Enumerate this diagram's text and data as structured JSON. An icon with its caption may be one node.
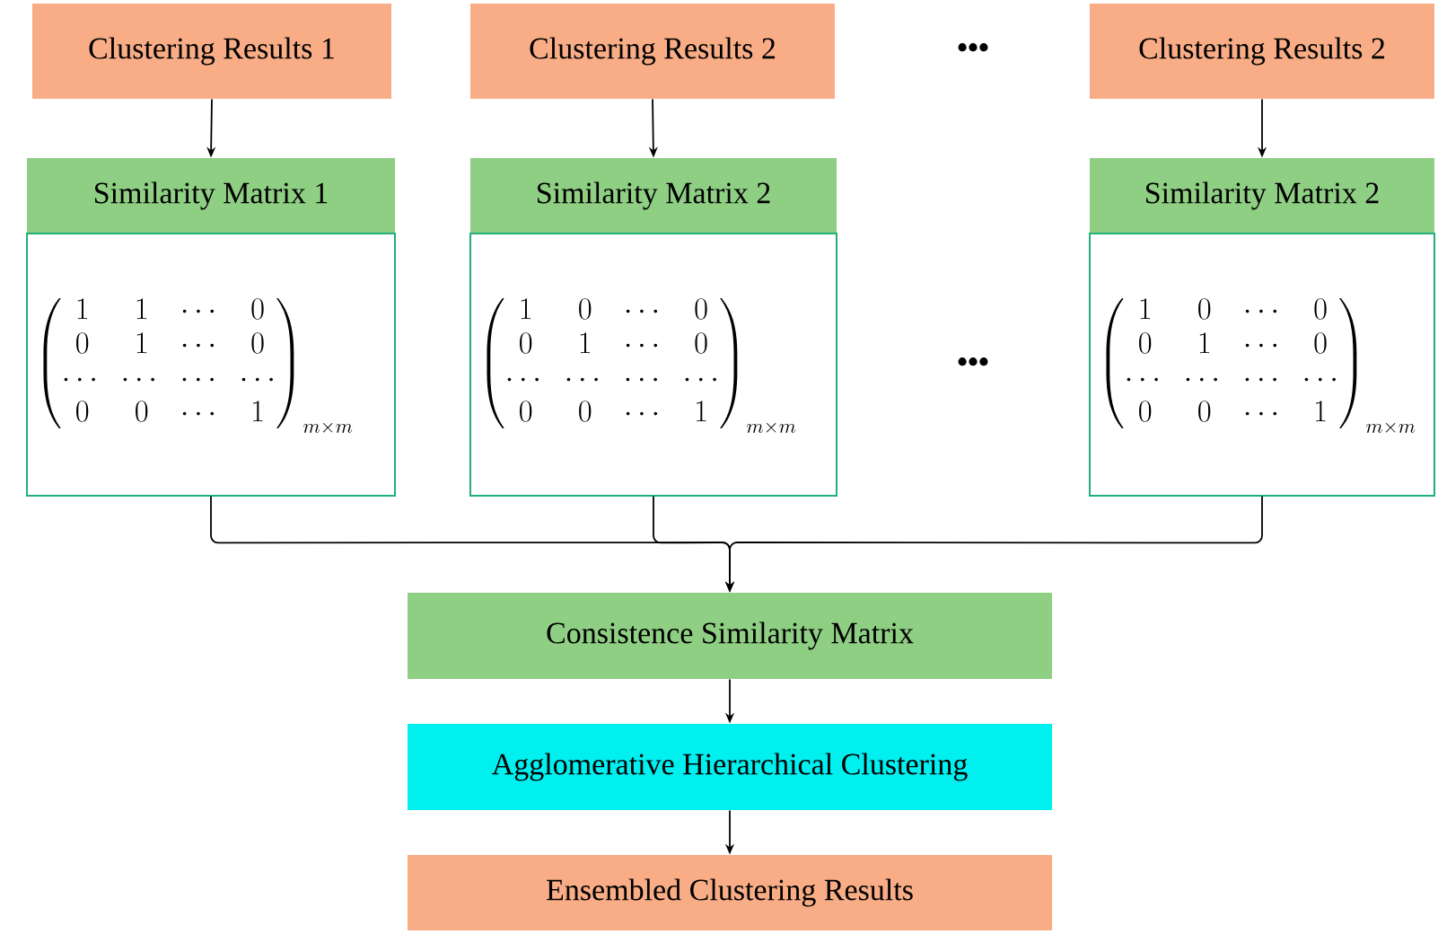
{
  "diagram": {
    "nodes": [
      {
        "text": [
          "Clustering Results 1"
        ]
      },
      {
        "text": [
          "Clustering Results 2"
        ]
      },
      {
        "text": [
          "Clustering Results 2"
        ]
      },
      {
        "text": [
          "Similarity Matrix 1"
        ]
      },
      {
        "text": [
          "\\begin{pmatrix}1 & 1 & \\cdots & 0\\\\ 0 & 1 & \\cdots & 0\\\\ \\cdots & \\cdots & \\cdots & \\cdots\\\\ 0 & 0 & \\cdots & 1\\end{pmatrix}_{m\\times m}"
        ]
      },
      {
        "text": [
          "Similarity Matrix 2"
        ]
      },
      {
        "text": [
          "\\begin{pmatrix}1 & 0 & \\cdots & 0\\\\ 0 & 1 & \\cdots & 0\\\\ \\cdots & \\cdots & \\cdots & \\cdots\\\\ 0 & 0 & \\cdots & 1\\end{pmatrix}_{m\\times m}"
        ]
      },
      {
        "text": [
          "Similarity Matrix 2"
        ]
      },
      {
        "text": [
          "\\begin{pmatrix}1 & 0 & \\cdots & 0\\\\ 0 & 1 & \\cdots & 0\\\\ \\cdots & \\cdots & \\cdots & \\cdots\\\\ 0 & 0 & \\cdots & 1\\end{pmatrix}_{m\\times m}"
        ]
      },
      {
        "text": [
          "Consistence  Similarity Matrix"
        ]
      },
      {
        "text": [
          "Agglomerative Hierarchical Clustering"
        ]
      },
      {
        "text": [
          "Ensembled Clustering Results"
        ]
      }
    ],
    "edges": [
      {
        "from": 0,
        "to": 3,
        "arrow": "to"
      },
      {
        "from": 1,
        "to": 5,
        "arrow": "to"
      },
      {
        "from": 2,
        "to": 7,
        "arrow": "to"
      },
      {
        "from": 4,
        "to": 9,
        "arrow": "to"
      },
      {
        "from": 6,
        "to": 9,
        "arrow": "to"
      },
      {
        "from": 8,
        "to": 9,
        "arrow": "to"
      },
      {
        "from": 9,
        "to": 10,
        "arrow": "to"
      },
      {
        "from": 10,
        "to": 11,
        "arrow": "to"
      }
    ],
    "labels": [
      "•••",
      "•••"
    ]
  }
}
